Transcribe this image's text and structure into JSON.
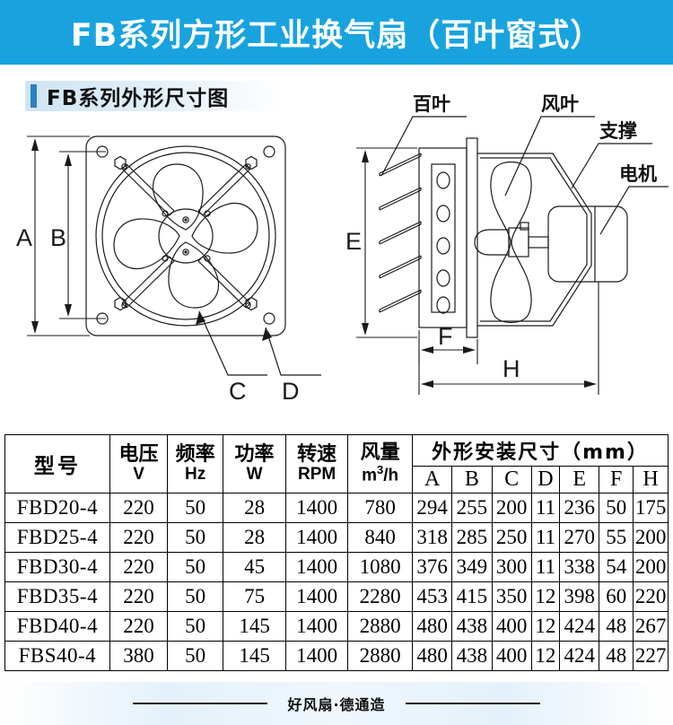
{
  "banner": {
    "title": "FB系列方形工业换气扇（百叶窗式）",
    "color": "#18a3df"
  },
  "section": {
    "title": "FB系列外形尺寸图",
    "accent_color": "#2a7fc4"
  },
  "front_view": {
    "name": "front-view-drawing",
    "dimension_labels": [
      {
        "key": "A",
        "text": "A"
      },
      {
        "key": "B",
        "text": "B"
      },
      {
        "key": "C",
        "text": "C"
      },
      {
        "key": "D",
        "text": "D"
      }
    ]
  },
  "side_view": {
    "name": "side-view-drawing",
    "callouts": [
      {
        "key": "louver",
        "text": "百叶"
      },
      {
        "key": "blade",
        "text": "风叶"
      },
      {
        "key": "support",
        "text": "支撑"
      },
      {
        "key": "motor",
        "text": "电机"
      }
    ],
    "dimension_labels": [
      {
        "key": "E",
        "text": "E"
      },
      {
        "key": "F",
        "text": "F"
      },
      {
        "key": "H",
        "text": "H"
      }
    ]
  },
  "table": {
    "headers": {
      "model": "型号",
      "voltage": {
        "cn": "电压",
        "unit": "V"
      },
      "frequency": {
        "cn": "频率",
        "unit": "Hz"
      },
      "power": {
        "cn": "功率",
        "unit": "W"
      },
      "speed": {
        "cn": "转速",
        "unit": "RPM"
      },
      "airflow": {
        "cn": "风量",
        "unit_prefix": "m",
        "unit_sup": "3",
        "unit_suffix": "/h"
      },
      "dimensions_group": "外形安装尺寸（mm）",
      "dimension_cols": [
        "A",
        "B",
        "C",
        "D",
        "E",
        "F",
        "H"
      ]
    },
    "rows": [
      {
        "model": "FBD20-4",
        "voltage": "220",
        "frequency": "50",
        "power": "28",
        "speed": "1400",
        "airflow": "780",
        "A": "294",
        "B": "255",
        "C": "200",
        "D": "11",
        "E": "236",
        "F": "50",
        "H": "175"
      },
      {
        "model": "FBD25-4",
        "voltage": "220",
        "frequency": "50",
        "power": "28",
        "speed": "1400",
        "airflow": "840",
        "A": "318",
        "B": "285",
        "C": "250",
        "D": "11",
        "E": "270",
        "F": "55",
        "H": "200"
      },
      {
        "model": "FBD30-4",
        "voltage": "220",
        "frequency": "50",
        "power": "45",
        "speed": "1400",
        "airflow": "1080",
        "A": "376",
        "B": "349",
        "C": "300",
        "D": "11",
        "E": "338",
        "F": "54",
        "H": "200"
      },
      {
        "model": "FBD35-4",
        "voltage": "220",
        "frequency": "50",
        "power": "75",
        "speed": "1400",
        "airflow": "2280",
        "A": "453",
        "B": "415",
        "C": "350",
        "D": "12",
        "E": "398",
        "F": "60",
        "H": "220"
      },
      {
        "model": "FBD40-4",
        "voltage": "220",
        "frequency": "50",
        "power": "145",
        "speed": "1400",
        "airflow": "2880",
        "A": "480",
        "B": "438",
        "C": "400",
        "D": "12",
        "E": "424",
        "F": "48",
        "H": "267"
      },
      {
        "model": "FBS40-4",
        "voltage": "380",
        "frequency": "50",
        "power": "145",
        "speed": "1400",
        "airflow": "2880",
        "A": "480",
        "B": "438",
        "C": "400",
        "D": "12",
        "E": "424",
        "F": "48",
        "H": "227"
      }
    ]
  },
  "footer": {
    "text": "好风扇·德通造"
  }
}
